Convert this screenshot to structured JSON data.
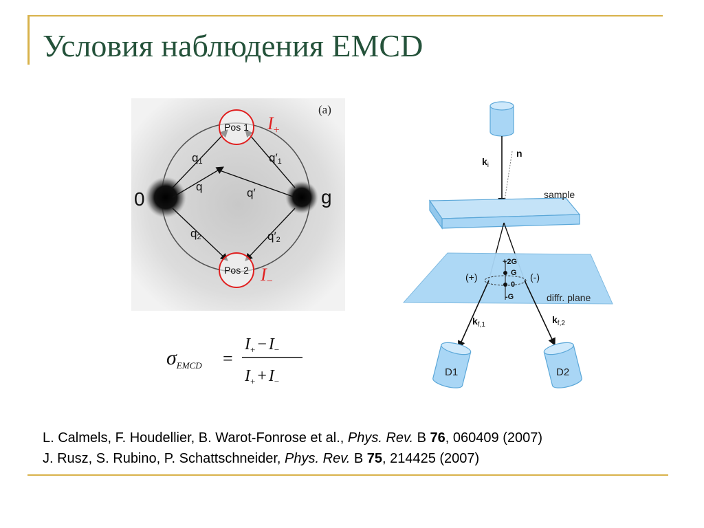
{
  "slide": {
    "title": "Условия наблюдения EMCD",
    "colors": {
      "title": "#24523a",
      "frame": "#d8b24a",
      "highlight": "#e02020",
      "blue_fill": "#a9d6f5",
      "blue_stroke": "#5ba7d8"
    }
  },
  "panel_a": {
    "panel_label": "(a)",
    "spot_left": "0",
    "spot_right": "g",
    "pos1": "Pos 1",
    "pos2": "Pos 2",
    "q1": "q",
    "q1_sub": "1",
    "q1p": "q′",
    "q1p_sub": "1",
    "q": "q",
    "qp": "q′",
    "q2": "q",
    "q2_sub": "2",
    "q2p": "q′",
    "q2p_sub": "2",
    "i_plus": "I",
    "i_plus_sub": "+",
    "i_minus": "I",
    "i_minus_sub": "−"
  },
  "panel_b": {
    "ki": "k",
    "ki_sub": "i",
    "n": "n",
    "sample": "sample",
    "plus": "(+)",
    "minus": "(-)",
    "tick_2g": "+2G",
    "tick_g": "G",
    "tick_0": "0",
    "tick_mg": "-G",
    "diffr_plane": "diffr. plane",
    "kf1": "k",
    "kf1_sub": "f,1",
    "kf2": "k",
    "kf2_sub": "f,2",
    "d1": "D1",
    "d2": "D2"
  },
  "formula": {
    "sigma": "σ",
    "subscript": "EMCD",
    "equals": "=",
    "numerator": {
      "a": "I",
      "a_sub": "+",
      "op": "−",
      "b": "I",
      "b_sub": "−"
    },
    "denominator": {
      "a": "I",
      "a_sub": "+",
      "op": "+",
      "b": "I",
      "b_sub": "−"
    }
  },
  "references": [
    {
      "authors": "L. Calmels, F. Houdellier, B. Warot-Fonrose et al., ",
      "journal": "Phys. Rev.",
      "series": " B ",
      "volume": "76",
      "rest": ", 060409 (2007)"
    },
    {
      "authors": "J. Rusz, S. Rubino, P. Schattschneider, ",
      "journal": "Phys. Rev.",
      "series": " B ",
      "volume": "75",
      "rest": ", 214425 (2007)"
    }
  ]
}
